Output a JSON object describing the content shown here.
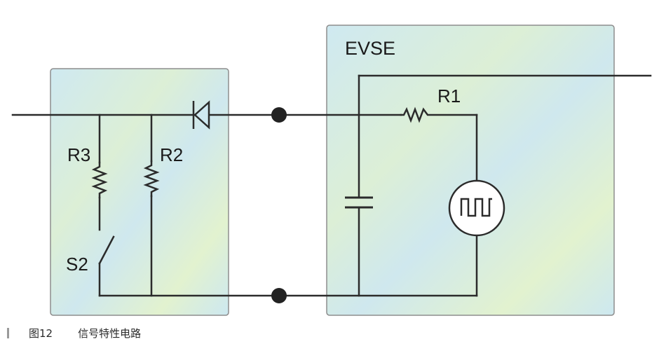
{
  "labels": {
    "evse": "EVSE",
    "r1": "R1",
    "r2": "R2",
    "r3": "R3",
    "s2": "S2"
  },
  "caption": {
    "figure": "图12",
    "title": "信号特性电路"
  },
  "colors": {
    "panel_fill": "#cfeaf0",
    "panel_stripe": "#e4f3c8",
    "panel_border": "#8d8d8d",
    "wire": "#2b2b2b"
  },
  "icons": [
    "diode-icon",
    "resistor-icon",
    "capacitor-icon",
    "switch-icon",
    "square-wave-source-icon",
    "connector-node-icon"
  ]
}
